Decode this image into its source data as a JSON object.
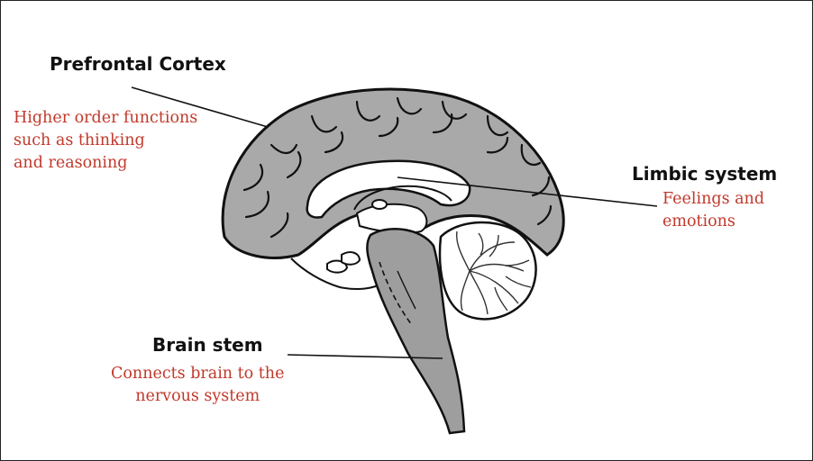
{
  "colors": {
    "label": "#111111",
    "description": "#c0392b",
    "brain_fill": "#a9a9a9",
    "stem_fill": "#9e9e9e",
    "outline": "#111111"
  },
  "labels": {
    "prefrontal": {
      "title": "Prefrontal Cortex",
      "description": [
        "Higher order functions",
        "such as thinking",
        "and reasoning"
      ]
    },
    "limbic": {
      "title": "Limbic system",
      "description": [
        "Feelings and",
        "emotions"
      ]
    },
    "brainstem": {
      "title": "Brain stem",
      "description": [
        "Connects brain to the",
        "nervous system"
      ]
    }
  }
}
